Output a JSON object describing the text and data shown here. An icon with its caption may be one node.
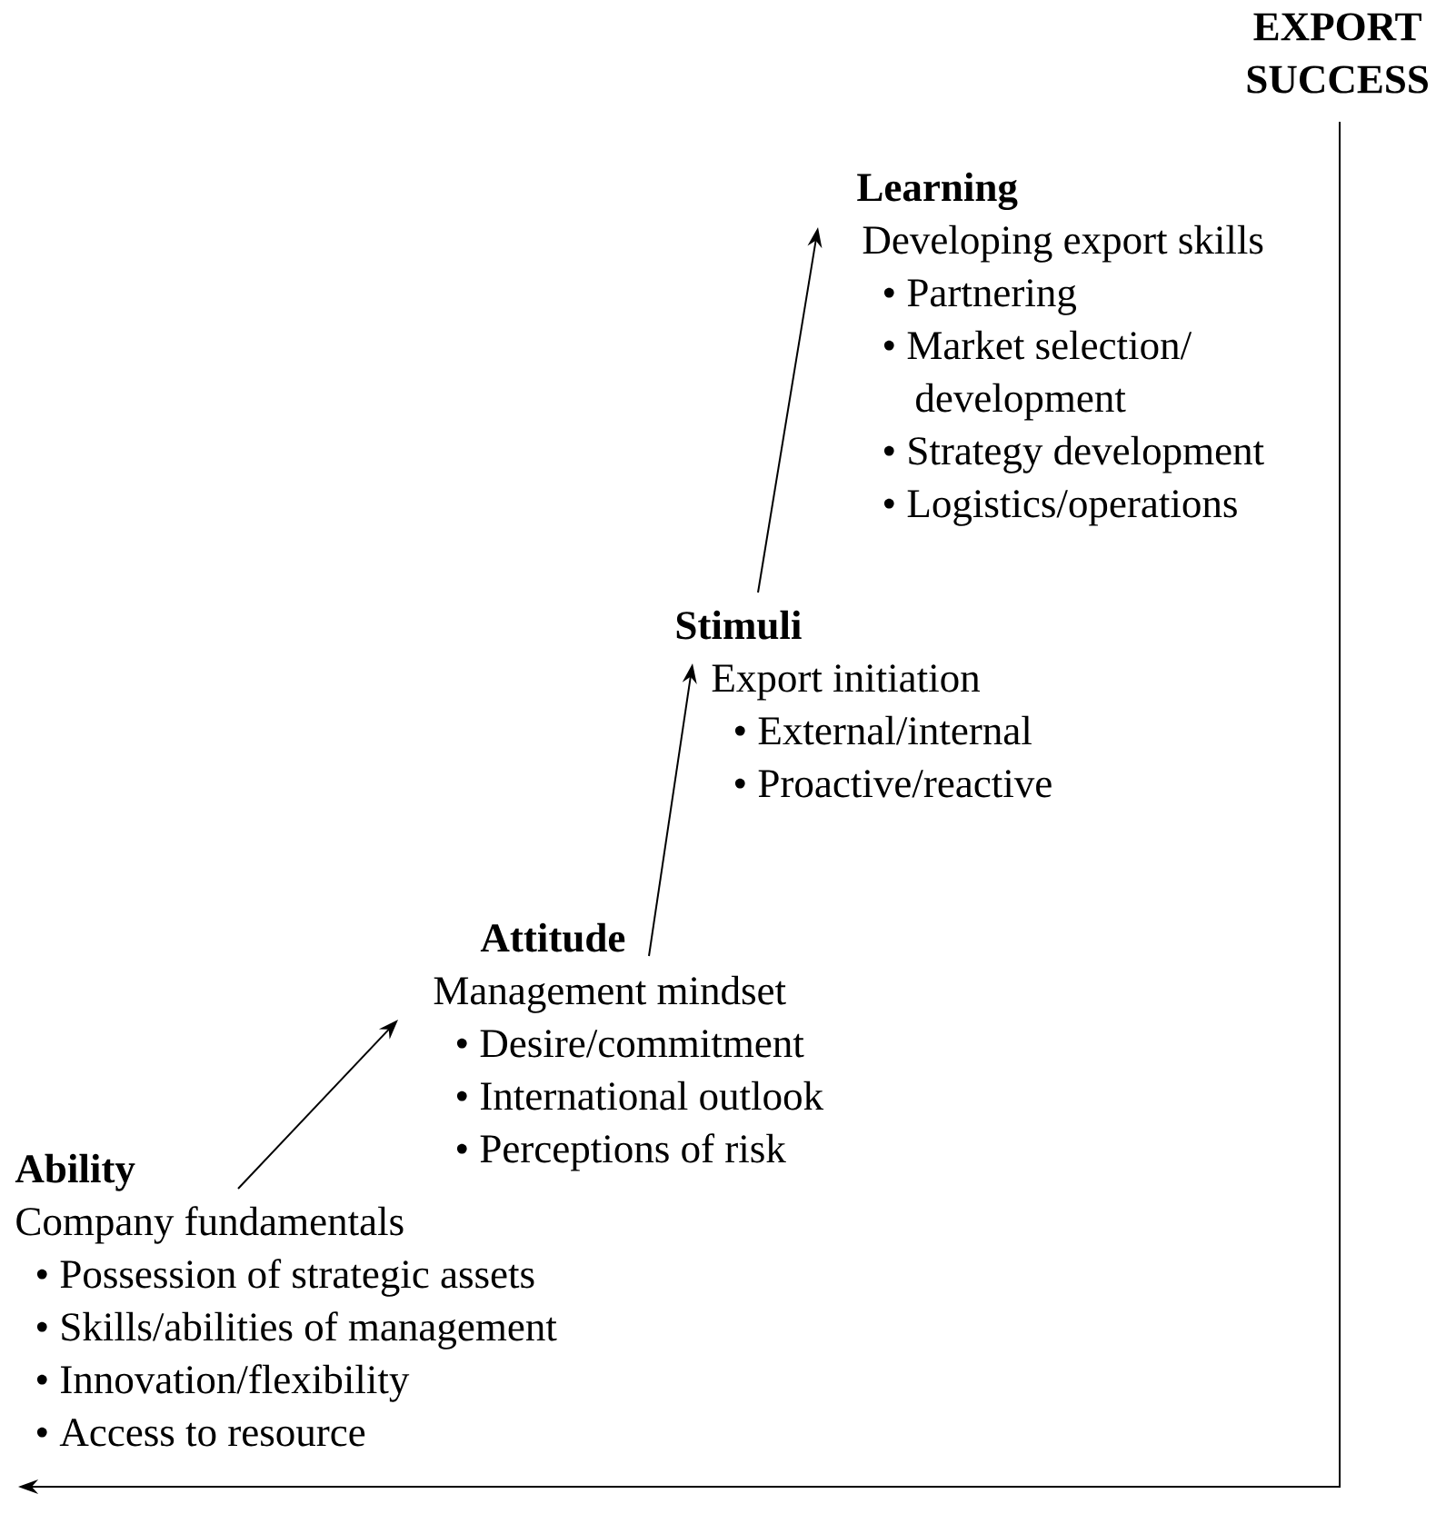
{
  "diagram": {
    "nodes": [
      {
        "text": [
          "Ability",
          "Company fundamentals",
          "• Possession of strategic assets",
          "• Skills/abilities of management",
          "• Innovation/flexibility",
          "• Access to resource"
        ]
      },
      {
        "text": [
          "Attitude",
          "Management mindset",
          "• Desire/commitment",
          "• International outlook",
          "• Perceptions of risk"
        ]
      },
      {
        "text": [
          "Stimuli",
          "Export initiation",
          "• External/internal",
          "• Proactive/reactive"
        ]
      },
      {
        "text": [
          "Learning",
          "Developing export skills",
          "• Partnering",
          "• Market selection/ development",
          "• Strategy development",
          "• Logistics/operations"
        ]
      }
    ],
    "edges": [
      {
        "from": 0,
        "to": 1,
        "arrow": "to"
      },
      {
        "from": 1,
        "to": 2,
        "arrow": "to"
      },
      {
        "from": 2,
        "to": 3,
        "arrow": "to"
      }
    ],
    "labels": [
      "EXPORT SUCCESS"
    ]
  }
}
